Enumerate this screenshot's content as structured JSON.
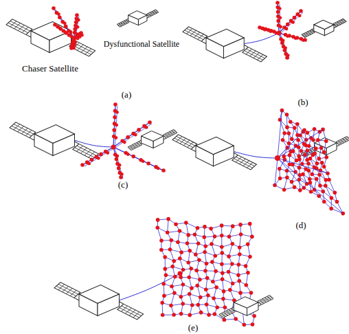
{
  "diagram": {
    "labels": [
      "Dysfunctional Satellite",
      "Chaser Satellite",
      "(a)",
      "(b)",
      "(c)",
      "(d)",
      "(e)"
    ]
  }
}
